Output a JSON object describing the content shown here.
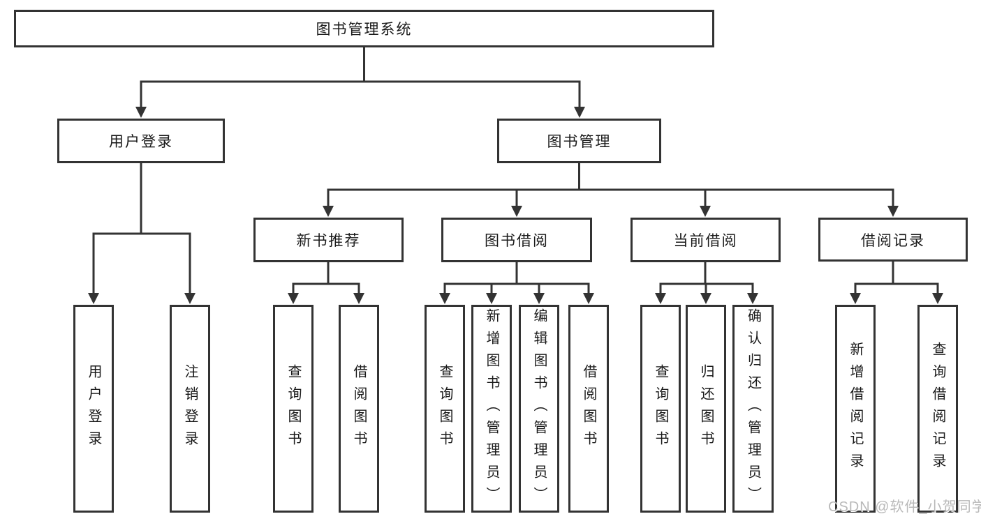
{
  "diagram": {
    "title": "图书管理系统",
    "level2": {
      "user_login": "用户登录",
      "book_management": "图书管理"
    },
    "level3": {
      "new_book": "新书推荐",
      "book_borrow": "图书借阅",
      "current_borrow": "当前借阅",
      "borrow_record": "借阅记录"
    },
    "leaves": {
      "user_login": [
        "用户登录",
        "注销登录"
      ],
      "new_book": [
        "查询图书",
        "借阅图书"
      ],
      "book_borrow": [
        "查询图书",
        "新增图书（管理员）",
        "编辑图书（管理员）",
        "借阅图书"
      ],
      "current_borrow": [
        "查询图书",
        "归还图书",
        "确认归还（管理员）"
      ],
      "borrow_record": [
        "新增借阅记录",
        "查询借阅记录"
      ]
    }
  },
  "watermark": "CSDN @软件_小贺同学",
  "colors": {
    "line": "#333333",
    "text": "#1a1a1a",
    "watermark": "#b9b9b9",
    "background": "#ffffff"
  }
}
